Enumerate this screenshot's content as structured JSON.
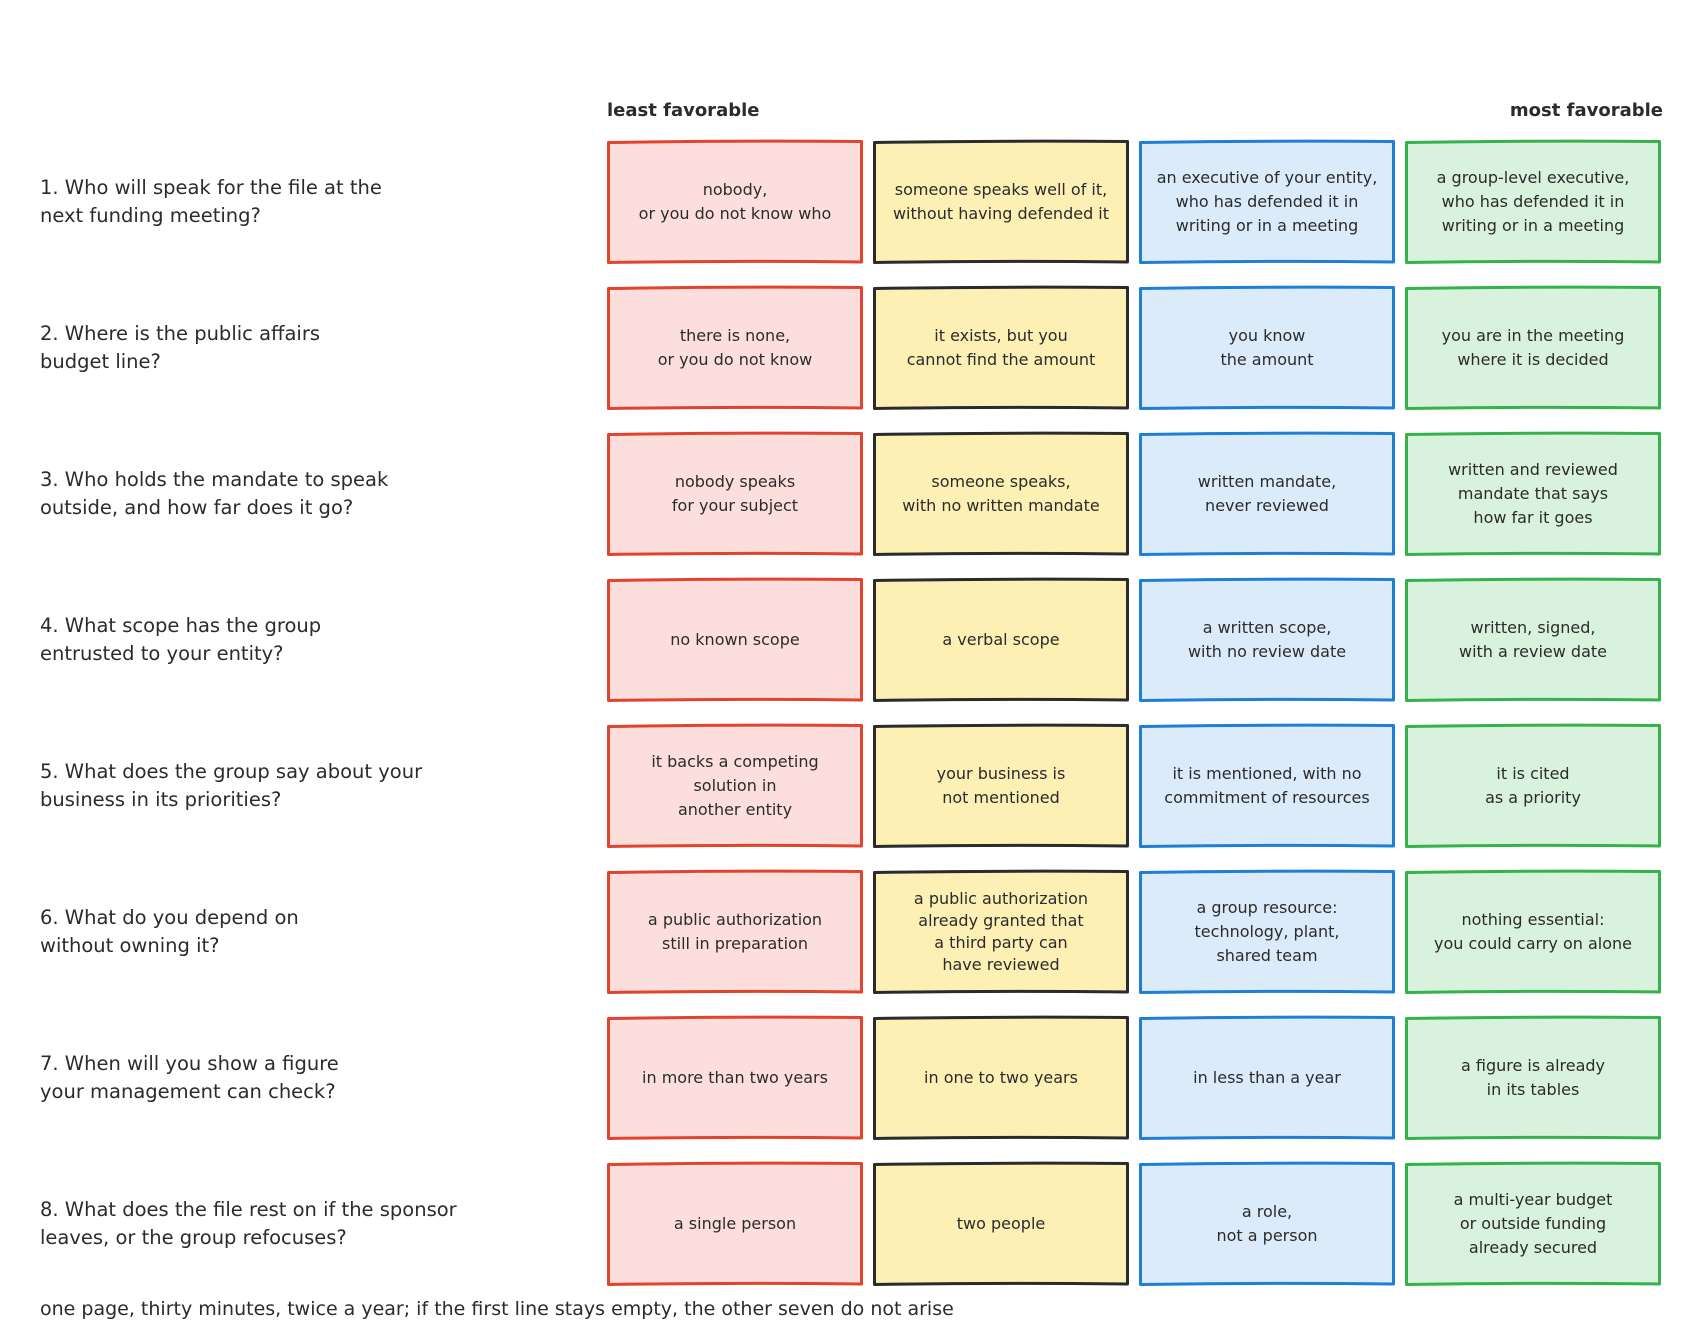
{
  "scale": {
    "least_label": "least favorable",
    "most_label": "most favorable"
  },
  "palette": [
    {
      "name": "red",
      "fill": "#fcdfdc",
      "stroke": "#e2432f"
    },
    {
      "name": "yellow",
      "fill": "#fdf0b4",
      "stroke": "#2b2b2b"
    },
    {
      "name": "blue",
      "fill": "#dcebfa",
      "stroke": "#1f7fd6"
    },
    {
      "name": "green",
      "fill": "#d9f2dd",
      "stroke": "#35b24c"
    }
  ],
  "rows": [
    {
      "question": "1. Who will speak for the file at the\nnext funding meeting?",
      "cells": [
        "nobody,\nor you do not know who",
        "someone speaks well of it,\nwithout having defended it",
        "an executive of your entity,\nwho has defended it in\nwriting or in a meeting",
        "a group-level executive,\nwho has defended it in\nwriting or in a meeting"
      ]
    },
    {
      "question": "2. Where is the public affairs\nbudget line?",
      "cells": [
        "there is none,\nor you do not know",
        "it exists, but you\ncannot find the amount",
        "you know\nthe amount",
        "you are in the meeting\nwhere it is decided"
      ]
    },
    {
      "question": "3. Who holds the mandate to speak\noutside, and how far does it go?",
      "cells": [
        "nobody speaks\nfor your subject",
        "someone speaks,\nwith no written mandate",
        "written mandate,\nnever reviewed",
        "written and reviewed\nmandate that says\nhow far it goes"
      ]
    },
    {
      "question": "4. What scope has the group\nentrusted to your entity?",
      "cells": [
        "no known scope",
        "a verbal scope",
        "a written scope,\nwith no review date",
        "written, signed,\nwith a review date"
      ]
    },
    {
      "question": "5. What does the group say about your\nbusiness in its priorities?",
      "cells": [
        "it backs a competing\nsolution in\nanother entity",
        "your business is\nnot mentioned",
        "it is mentioned, with no\ncommitment of resources",
        "it is cited\nas a priority"
      ]
    },
    {
      "question": "6. What do you depend on\nwithout owning it?",
      "cells": [
        "a public authorization\nstill in preparation",
        "a public authorization\nalready granted that\na third party can\nhave reviewed",
        "a group resource:\ntechnology, plant,\nshared team",
        "nothing essential:\nyou could carry on alone"
      ]
    },
    {
      "question": "7. When will you show a figure\nyour management can check?",
      "cells": [
        "in more than two years",
        "in one to two years",
        "in less than a year",
        "a figure is already\nin its tables"
      ]
    },
    {
      "question": "8. What does the file rest on if the sponsor\nleaves, or the group refocuses?",
      "cells": [
        "a single person",
        "two people",
        "a role,\nnot a person",
        "a multi-year budget\nor outside funding\nalready secured"
      ]
    }
  ],
  "footer": "one page, thirty minutes, twice a year; if the first line stays empty, the other seven do not arise"
}
